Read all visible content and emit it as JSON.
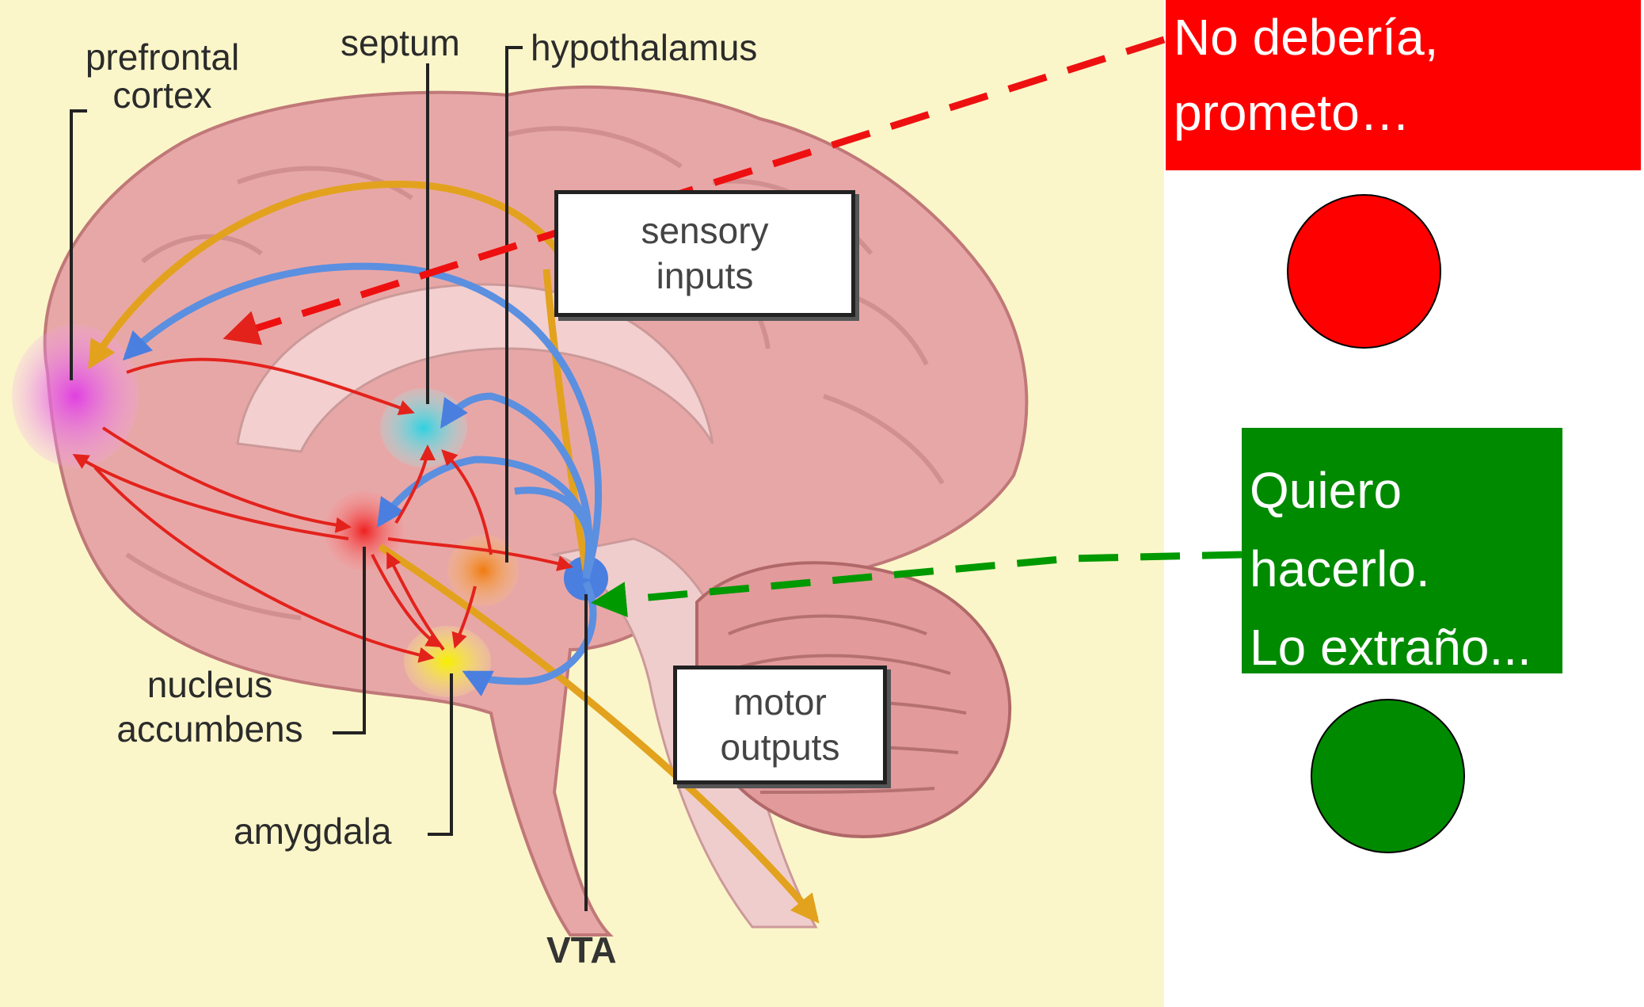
{
  "labels": {
    "prefrontal_line1": "prefrontal",
    "prefrontal_line2": "cortex",
    "septum": "septum",
    "hypothalamus": "hypothalamus",
    "nucleus_line1": "nucleus",
    "nucleus_line2": "accumbens",
    "amygdala": "amygdala",
    "vta": "VTA"
  },
  "boxes": {
    "sensory_line1": "sensory",
    "sensory_line2": "inputs",
    "motor_line1": "motor",
    "motor_line2": "outputs"
  },
  "callouts": {
    "red": {
      "line1": "No debería,",
      "line2": "prometo…",
      "color": "#ff0000"
    },
    "green": {
      "line1": "Quiero",
      "line2": "hacerlo.",
      "line3": "Lo extraño...",
      "color": "#008a00"
    }
  },
  "colors": {
    "background": "#fbf6c9",
    "brain": "#e8a7a7",
    "red_arrow": "#e3221c",
    "blue_arrow": "#5b8fe0",
    "orange_arrow": "#e2a21e",
    "prefrontal": "#e060e0",
    "septum": "#3fd3dc",
    "nucleus_accumbens": "#f04040",
    "hypothalamus": "#f08a20",
    "amygdala": "#f2f020",
    "vta": "#4a7fe0"
  }
}
